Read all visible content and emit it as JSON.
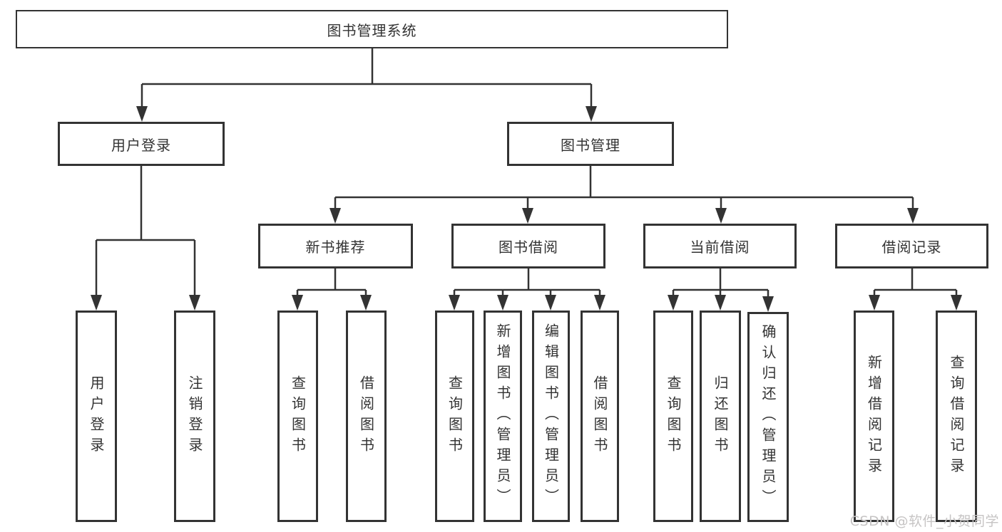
{
  "diagram": {
    "title": "图书管理系统",
    "root": {
      "label": "图书管理系统"
    },
    "level2": [
      {
        "label": "用户登录"
      },
      {
        "label": "图书管理"
      }
    ],
    "level3": [
      {
        "label": "新书推荐",
        "parent": "图书管理"
      },
      {
        "label": "图书借阅",
        "parent": "图书管理"
      },
      {
        "label": "当前借阅",
        "parent": "图书管理"
      },
      {
        "label": "借阅记录",
        "parent": "图书管理"
      }
    ],
    "leaves": [
      {
        "label": "用户登录",
        "parent": "用户登录"
      },
      {
        "label": "注销登录",
        "parent": "用户登录"
      },
      {
        "label": "查询图书",
        "parent": "新书推荐"
      },
      {
        "label": "借阅图书",
        "parent": "新书推荐"
      },
      {
        "label": "查询图书",
        "parent": "图书借阅"
      },
      {
        "label": "新增图书（管理员）",
        "parent": "图书借阅"
      },
      {
        "label": "编辑图书（管理员）",
        "parent": "图书借阅"
      },
      {
        "label": "借阅图书",
        "parent": "图书借阅"
      },
      {
        "label": "查询图书",
        "parent": "当前借阅"
      },
      {
        "label": "归还图书",
        "parent": "当前借阅"
      },
      {
        "label": "确认归还（管理员）",
        "parent": "当前借阅"
      },
      {
        "label": "新增借阅记录",
        "parent": "借阅记录"
      },
      {
        "label": "查询借阅记录",
        "parent": "借阅记录"
      }
    ],
    "watermark": "CSDN @软件_小贺同学",
    "colors": {
      "line": "#333333",
      "text": "#333333",
      "box_background": "#ffffff",
      "page_background": "#ffffff",
      "watermark": "#c6c4c4"
    }
  }
}
